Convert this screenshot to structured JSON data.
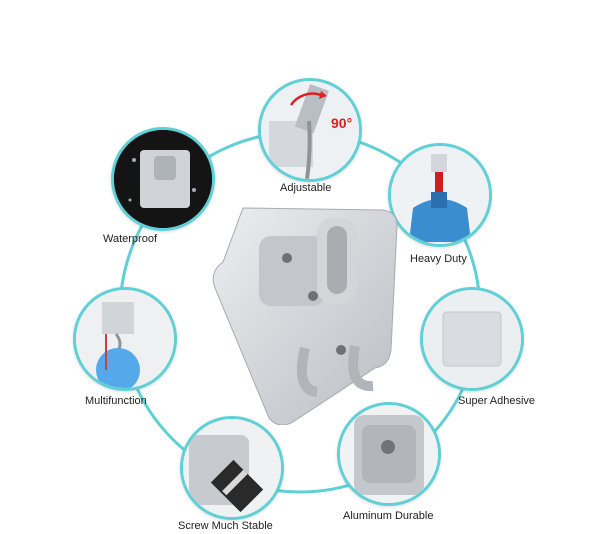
{
  "features": [
    {
      "id": "adjustable",
      "label": "Adjustable",
      "badge": "90°"
    },
    {
      "id": "heavy-duty",
      "label": "Heavy Duty"
    },
    {
      "id": "super-adhesive",
      "label": "Super Adhesive"
    },
    {
      "id": "aluminum-durable",
      "label": "Aluminum Durable"
    },
    {
      "id": "screw-much-stable",
      "label": "Screw Much Stable"
    },
    {
      "id": "multifunction",
      "label": "Multifunction"
    },
    {
      "id": "waterproof",
      "label": "Waterproof"
    }
  ],
  "colors": {
    "ring": "#5fd0d6",
    "aluminum": "#c9ccd0",
    "badge": "#e02020"
  }
}
